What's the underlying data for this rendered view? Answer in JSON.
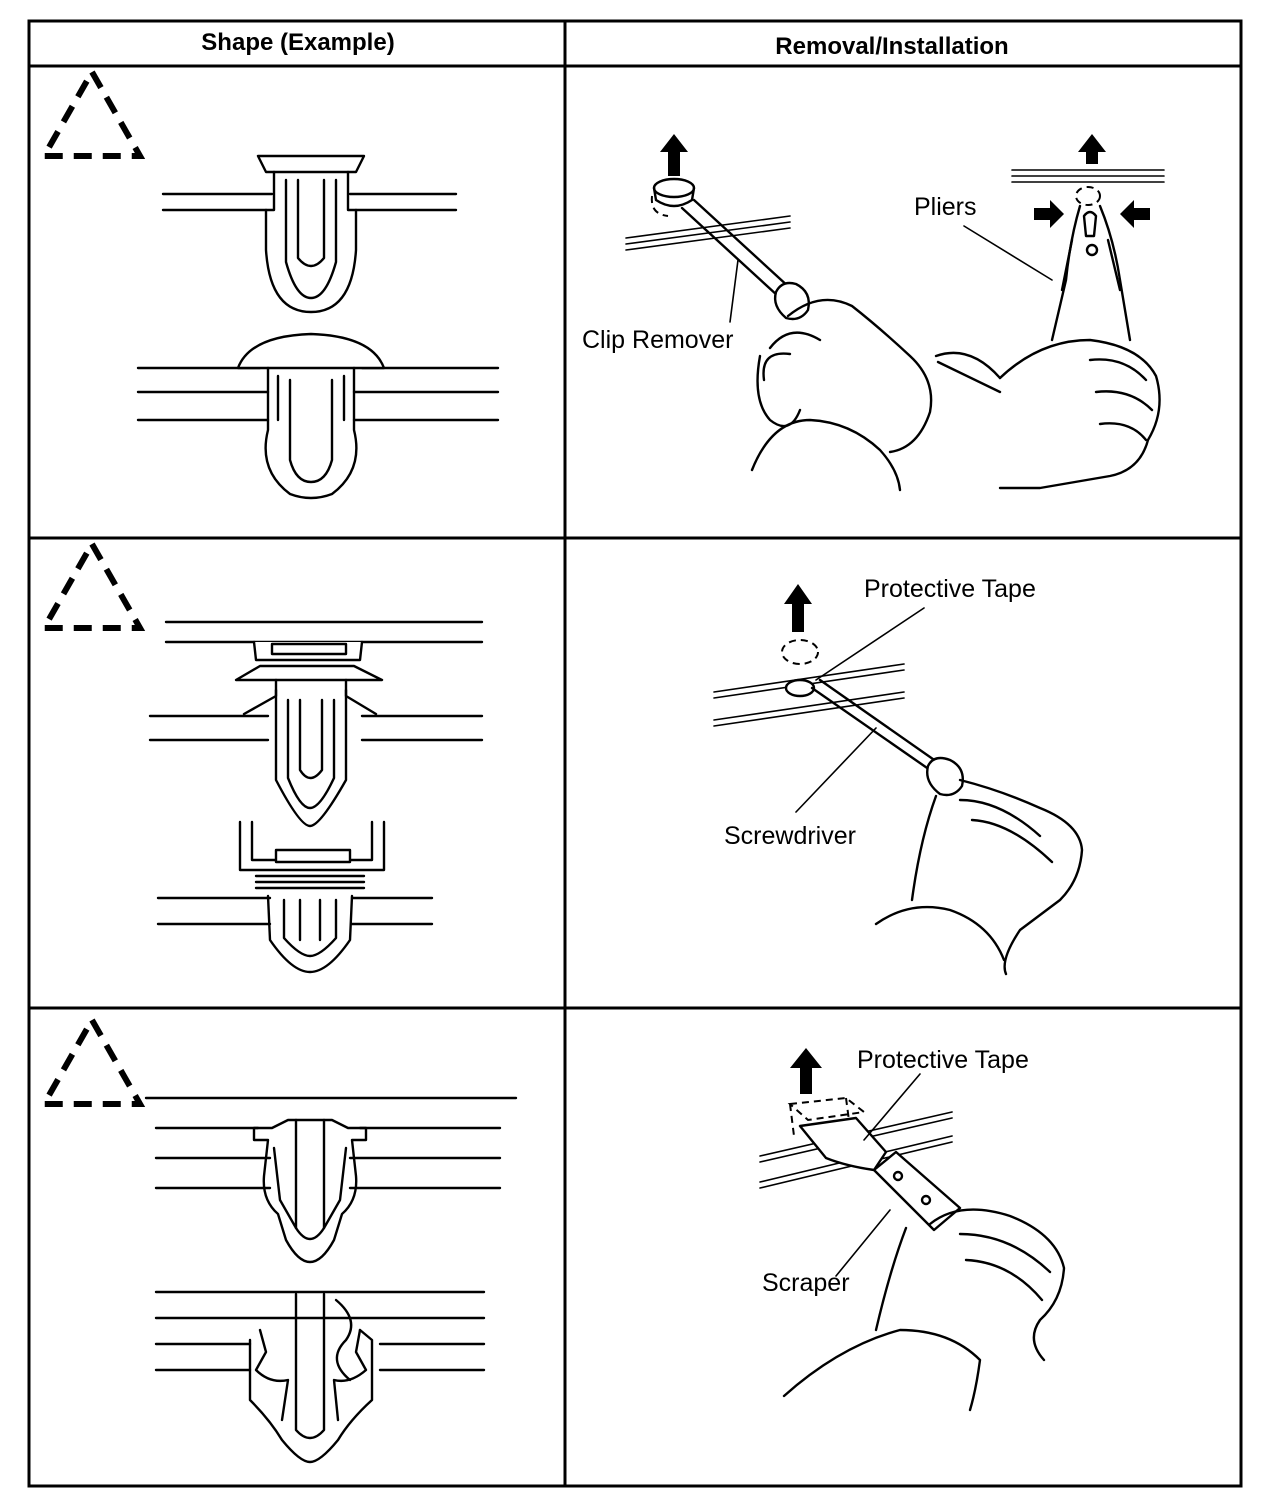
{
  "table": {
    "headers": {
      "shape": "Shape (Example)",
      "removal": "Removal/Installation"
    },
    "rows": [
      {
        "callouts": {
          "clip_remover": "Clip Remover",
          "pliers": "Pliers"
        }
      },
      {
        "callouts": {
          "protective_tape": "Protective Tape",
          "screwdriver": "Screwdriver"
        }
      },
      {
        "callouts": {
          "protective_tape": "Protective Tape",
          "scraper": "Scraper"
        }
      }
    ]
  },
  "icons": [
    "caution-triangle-icon",
    "up-arrow-icon",
    "inward-arrow-icon"
  ],
  "colors": {
    "ink": "#000000",
    "paper": "#ffffff"
  }
}
